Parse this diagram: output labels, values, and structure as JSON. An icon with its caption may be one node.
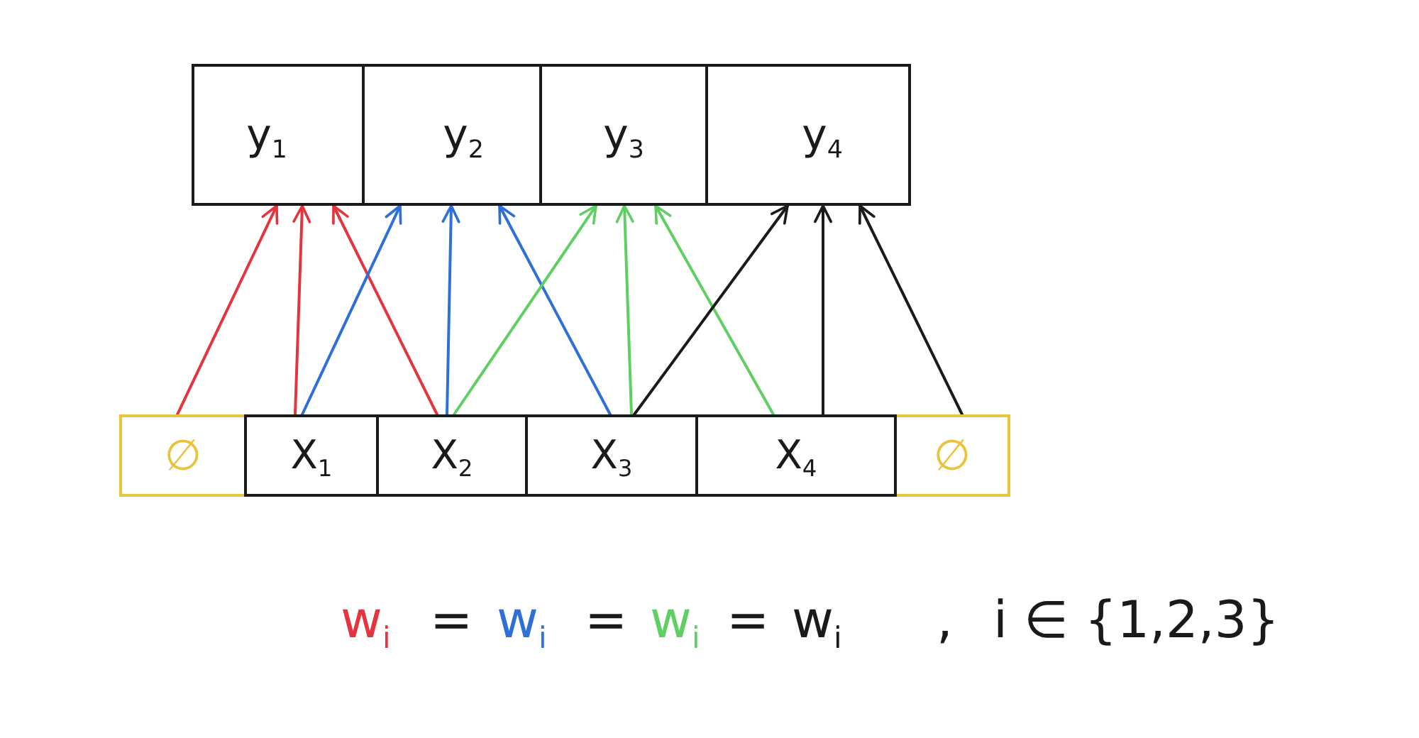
{
  "diagram": {
    "nodes": [
      {
        "text": [
          "y$_{1}$"
        ]
      },
      {
        "text": [
          "y$_{2}$"
        ]
      },
      {
        "text": [
          "y$_{3}$"
        ]
      },
      {
        "text": [
          "y$_{4}$"
        ]
      },
      {
        "text": [
          "∅"
        ]
      },
      {
        "text": [
          "X$_{1}$"
        ]
      },
      {
        "text": [
          "X$_{2}$"
        ]
      },
      {
        "text": [
          "X$_{3}$"
        ]
      },
      {
        "text": [
          "X$_{4}$"
        ]
      },
      {
        "text": [
          "∅"
        ]
      }
    ],
    "edges": [
      {
        "from": 4,
        "to": 0,
        "arrow": "to",
        "color": "#e3343f"
      },
      {
        "from": 5,
        "to": 0,
        "arrow": "to",
        "color": "#e3343f"
      },
      {
        "from": 6,
        "to": 0,
        "arrow": "to",
        "color": "#e3343f"
      },
      {
        "from": 5,
        "to": 1,
        "arrow": "to",
        "color": "#2e6fd8"
      },
      {
        "from": 6,
        "to": 1,
        "arrow": "to",
        "color": "#2e6fd8"
      },
      {
        "from": 7,
        "to": 1,
        "arrow": "to",
        "color": "#2e6fd8"
      },
      {
        "from": 6,
        "to": 2,
        "arrow": "to",
        "color": "#5fcf63"
      },
      {
        "from": 7,
        "to": 2,
        "arrow": "to",
        "color": "#5fcf63"
      },
      {
        "from": 8,
        "to": 2,
        "arrow": "to",
        "color": "#5fcf63"
      },
      {
        "from": 7,
        "to": 3,
        "arrow": "to",
        "color": "#1a1a1a"
      },
      {
        "from": 8,
        "to": 3,
        "arrow": "to",
        "color": "#1a1a1a"
      },
      {
        "from": 9,
        "to": 3,
        "arrow": "to",
        "color": "#1a1a1a"
      }
    ],
    "labels": [
      "w$_{i}$",
      "=",
      "w$_{i}$",
      "=",
      "w$_{i}$",
      "=",
      "w$_{i}$",
      ",",
      "i ∈ {1,2,3}"
    ]
  }
}
